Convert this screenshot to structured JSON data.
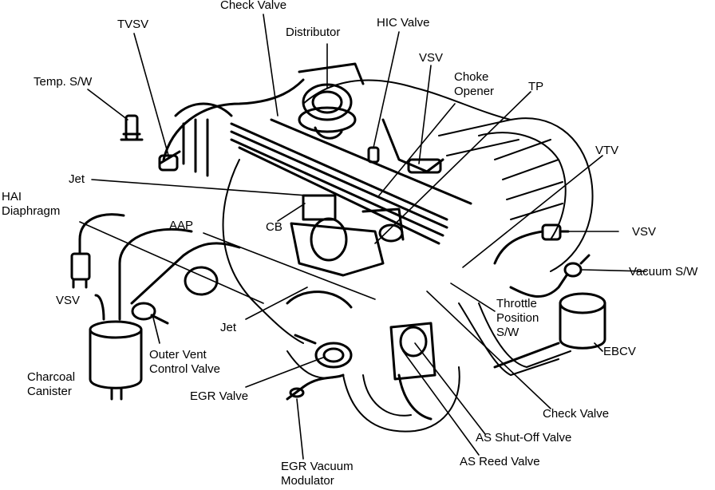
{
  "colors": {
    "ink": "#000000",
    "paper": "#ffffff"
  },
  "labels": {
    "check_valve_top": "Check Valve",
    "tvsv": "TVSV",
    "distributor": "Distributor",
    "hic_valve": "HIC Valve",
    "vsv_top": "VSV",
    "choke_opener_1": "Choke",
    "choke_opener_2": "Opener",
    "tp": "TP",
    "temp_sw": "Temp. S/W",
    "vtv": "VTV",
    "jet_top": "Jet",
    "hai_diaphragm_1": "HAI",
    "hai_diaphragm_2": "Diaphragm",
    "aap": "AAP",
    "cb": "CB",
    "vsv_right": "VSV",
    "vacuum_sw": "Vacuum S/W",
    "vsv_left": "VSV",
    "throttle_position_1": "Throttle",
    "throttle_position_2": "Position",
    "throttle_position_3": "S/W",
    "jet_bottom": "Jet",
    "ebcv": "EBCV",
    "outer_vent_1": "Outer Vent",
    "outer_vent_2": "Control Valve",
    "charcoal_canister_1": "Charcoal",
    "charcoal_canister_2": "Canister",
    "egr_valve": "EGR Valve",
    "check_valve_bottom": "Check Valve",
    "as_shutoff_valve": "AS Shut-Off Valve",
    "as_reed_valve": "AS Reed Valve",
    "egr_vacuum_modulator_1": "EGR Vacuum",
    "egr_vacuum_modulator_2": "Modulator"
  }
}
